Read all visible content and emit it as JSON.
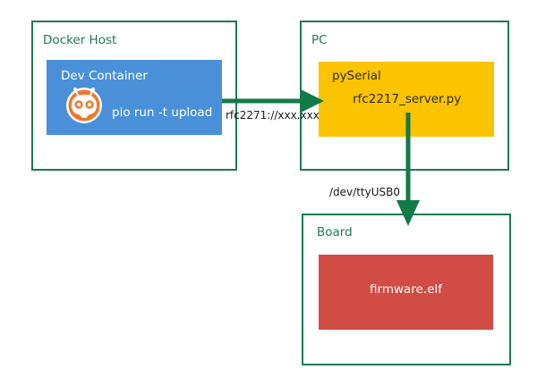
{
  "docker_host": {
    "title": "Docker Host"
  },
  "dev_container": {
    "title": "Dev Container",
    "command": "pio run -t upload",
    "logo_icon": "platformio-ant-icon"
  },
  "pc": {
    "title": "PC",
    "library": "pySerial",
    "script": "rfc2217_server.py"
  },
  "board": {
    "title": "Board",
    "firmware": "firmware.elf"
  },
  "connections": {
    "network": "rfc2271://xxx.xxx",
    "serial": "/dev/ttyUSB0"
  },
  "colors": {
    "frame": "#1e7a52",
    "arrow": "#117a4b",
    "container": "#4a90d9",
    "pc_block": "#fbc300",
    "board_block": "#d04c44",
    "logo": "#f0772e"
  }
}
